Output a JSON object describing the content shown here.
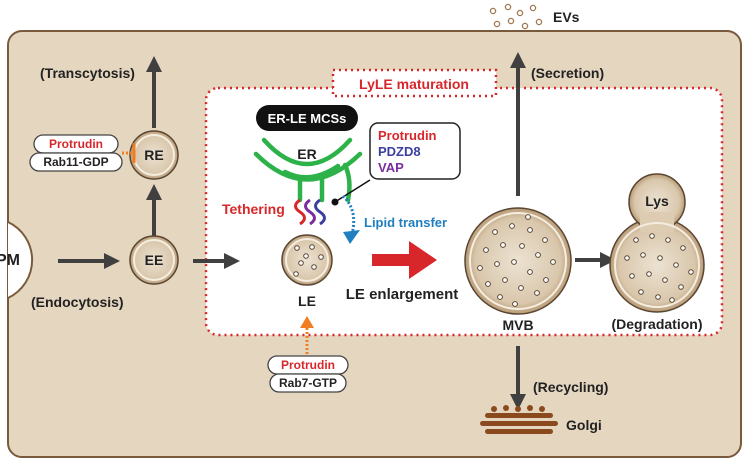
{
  "labels": {
    "evs": "EVs",
    "transcytosis": "(Transcytosis)",
    "secretion": "(Secretion)",
    "lyle_maturation": "LyLE maturation",
    "er_le_mcss": "ER-LE MCSs",
    "er": "ER",
    "protrudin_main": "Protrudin",
    "pdzd8": "PDZD8",
    "vap": "VAP",
    "tethering": "Tethering",
    "lipid_transfer": "Lipid transfer",
    "pm": "PM",
    "re": "RE",
    "ee": "EE",
    "le": "LE",
    "endocytosis": "(Endocytosis)",
    "le_enlargement": "LE enlargement",
    "mvb": "MVB",
    "lys": "Lys",
    "degradation": "(Degradation)",
    "protrudin_re": "Protrudin",
    "rab11_gdp": "Rab11-GDP",
    "protrudin_le": "Protrudin",
    "rab7_gtp": "Rab7-GTP",
    "recycling": "(Recycling)",
    "golgi": "Golgi"
  },
  "colors": {
    "cell_fill": "#e5d6c0",
    "cell_stroke": "#7a5a3c",
    "dark": "#404040",
    "red": "#d7272a",
    "blue": "#1f7fbf",
    "green": "#2db24a",
    "orange": "#f07d22",
    "purple": "#7a2da0",
    "navy": "#3a3fa0",
    "golgi": "#8b4a1e"
  }
}
